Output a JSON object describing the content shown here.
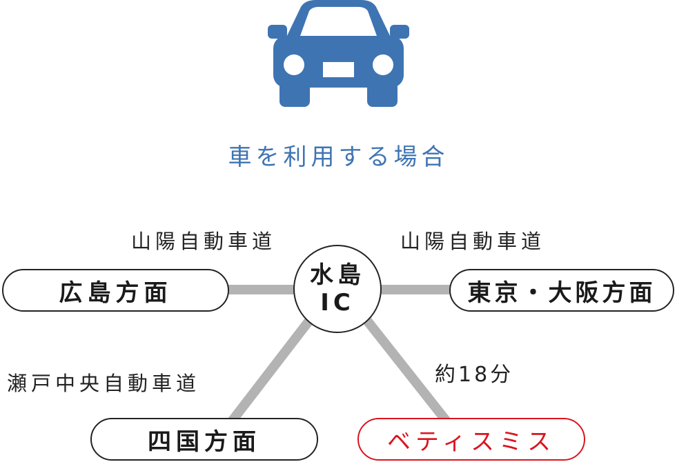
{
  "title": "車を利用する場合",
  "icons": {
    "car": "car-icon"
  },
  "colors": {
    "accent_blue": "#3f74b3",
    "highlight_red": "#d9141e",
    "road_gray": "#b3b3b3"
  },
  "interchange": {
    "line1": "水島",
    "line2": "IC"
  },
  "roads": {
    "left": "山陽自動車道",
    "right": "山陽自動車道",
    "setochuo": "瀬戸中央自動車道"
  },
  "destinations": {
    "hiroshima": "広島方面",
    "tokyo_osaka": "東京・大阪方面",
    "shikoku": "四国方面",
    "betty_smith": "ベティスミス"
  },
  "travel_time": "約18分"
}
